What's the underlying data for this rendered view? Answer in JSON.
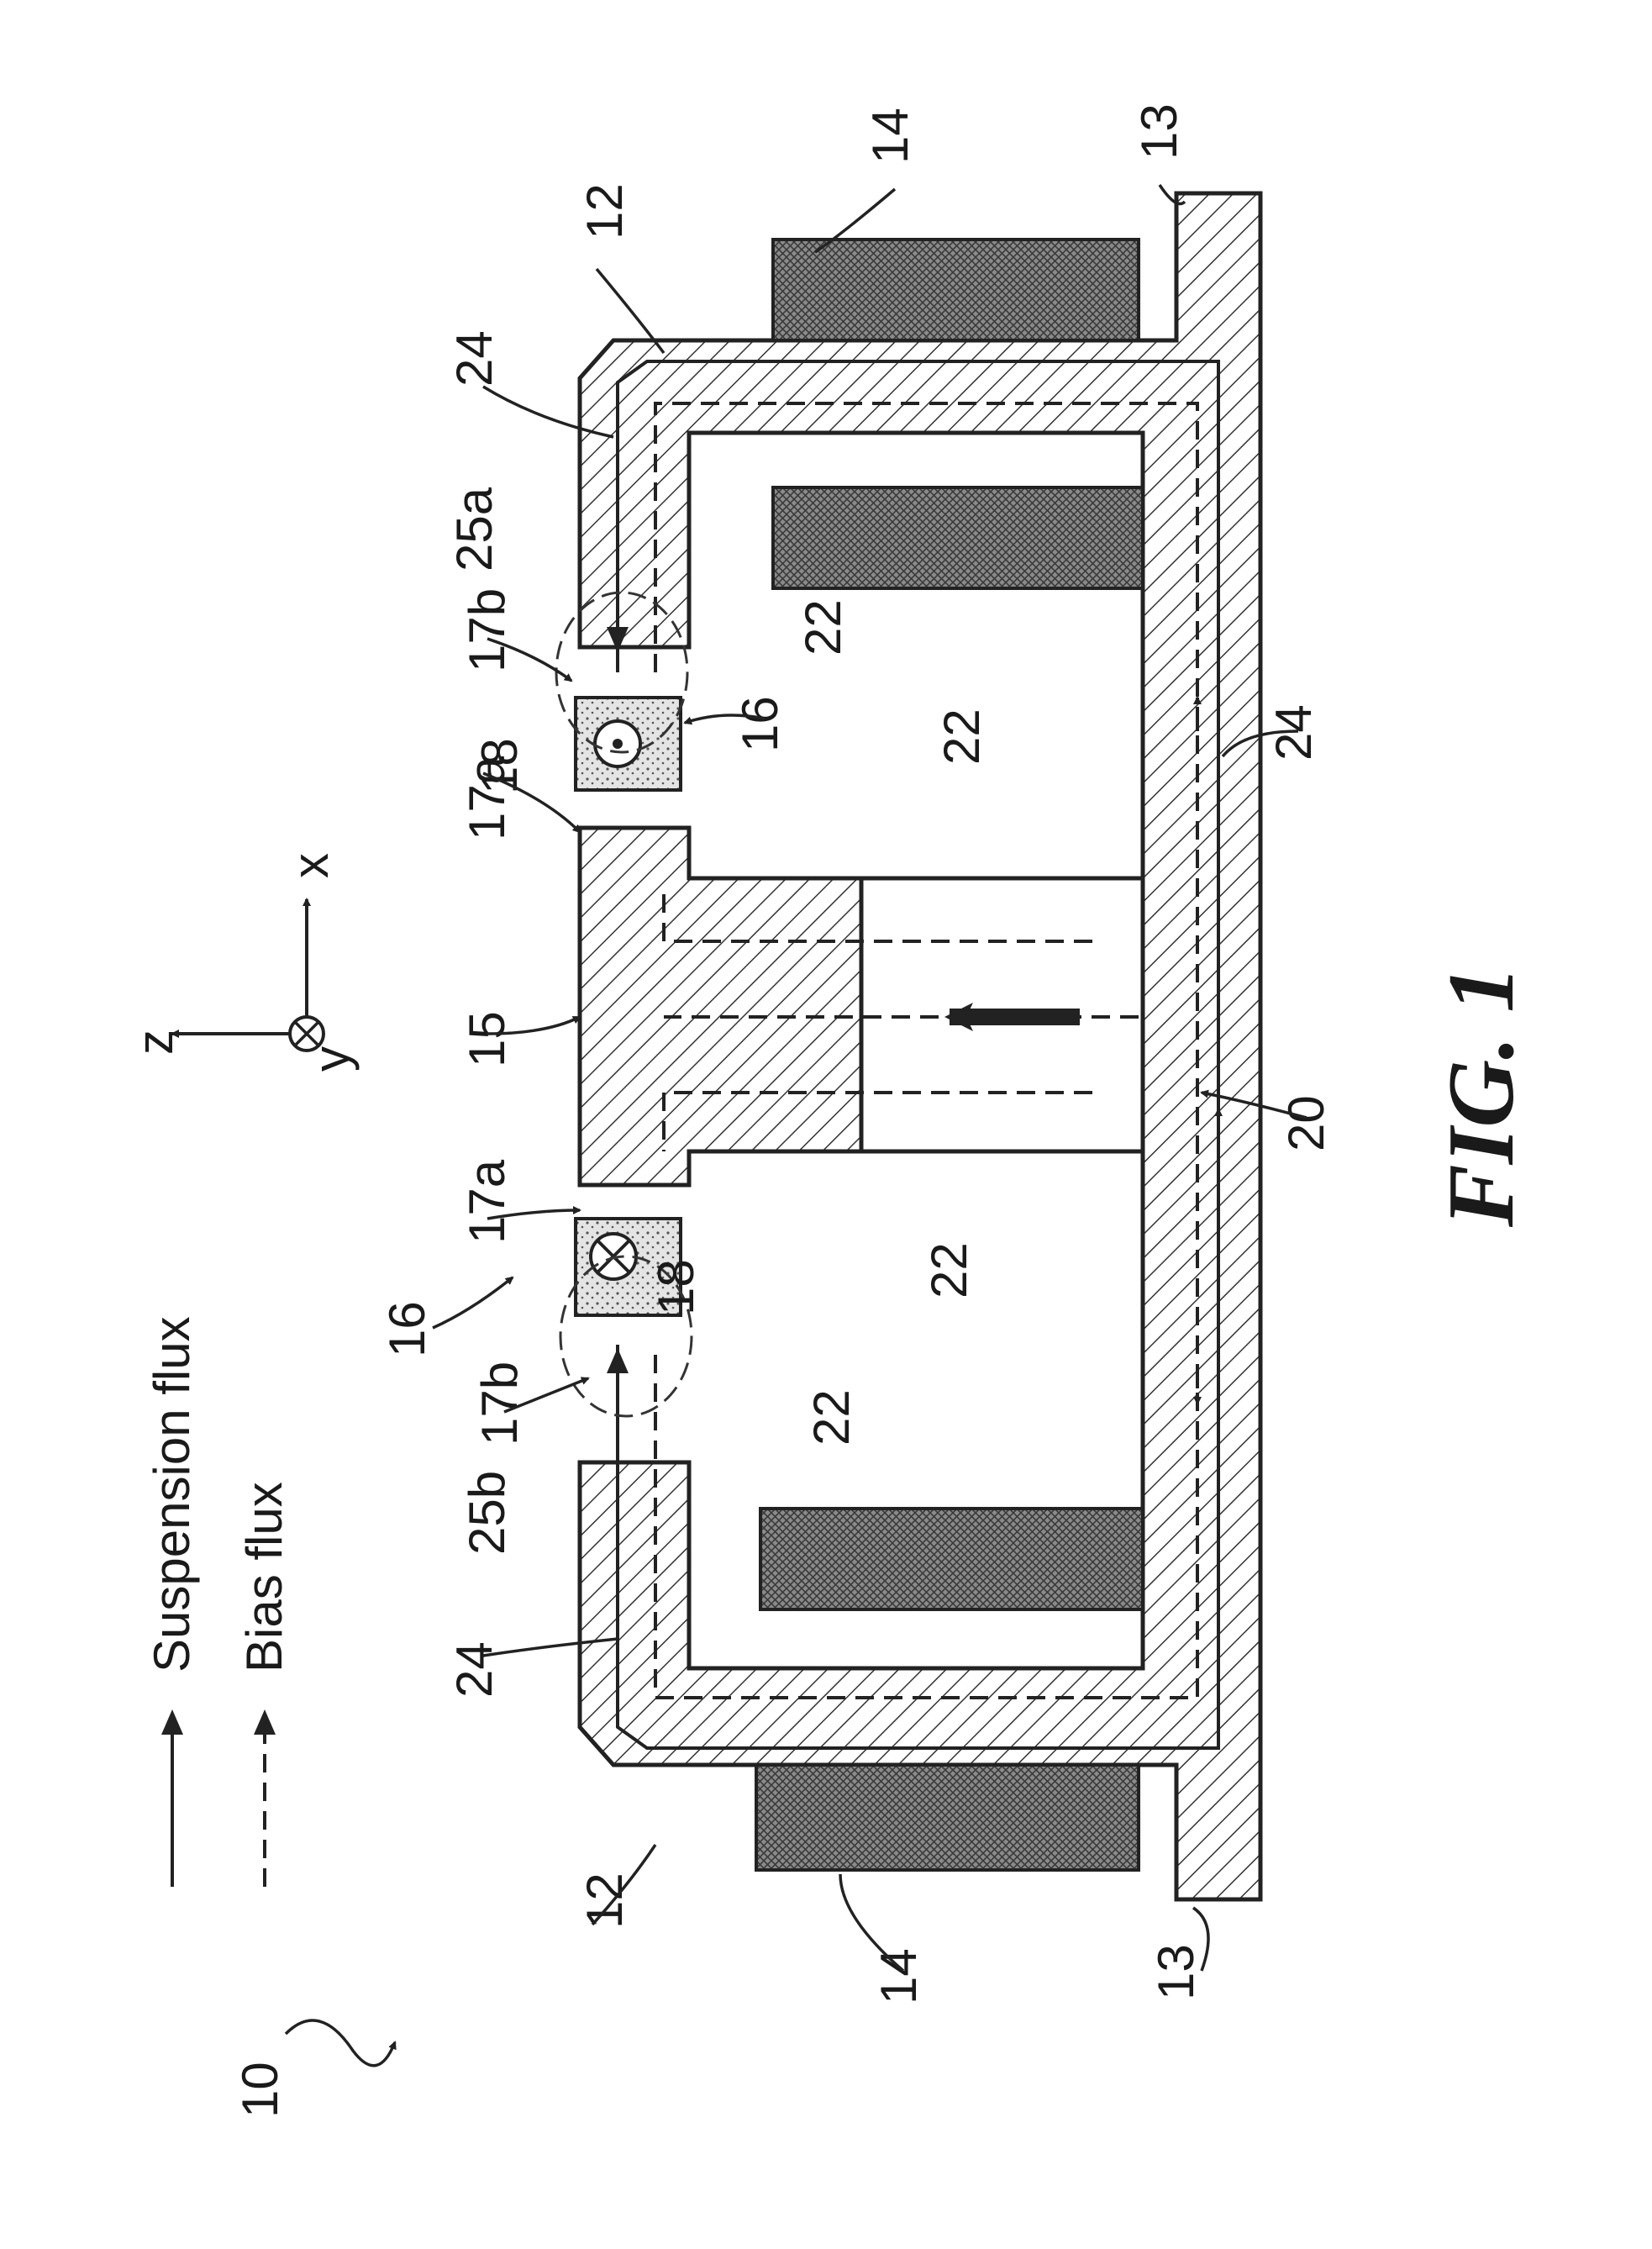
{
  "figure": {
    "caption": "FIG. 1",
    "reference_numerals": {
      "n10": "10",
      "n12_top": "12",
      "n12_bottom": "12",
      "n13_top": "13",
      "n13_bottom": "13",
      "n14_top": "14",
      "n14_bottom": "14",
      "n15": "15",
      "n16_top": "16",
      "n16_bottom": "16",
      "n17a_top": "17a",
      "n17a_bottom": "17a",
      "n17b_top": "17b",
      "n17b_bottom": "17b",
      "n18_top": "18",
      "n18_bottom": "18",
      "n20": "20",
      "n22_a": "22",
      "n22_b": "22",
      "n22_c": "22",
      "n22_d": "22",
      "n24_top": "24",
      "n24_mid": "24",
      "n24_bottom": "24",
      "n25a": "25a",
      "n25b": "25b"
    },
    "axes": {
      "z": "z",
      "x": "x",
      "y": "y"
    },
    "legend": {
      "suspension_flux": "Suspension flux",
      "bias_flux": "Bias flux"
    }
  }
}
